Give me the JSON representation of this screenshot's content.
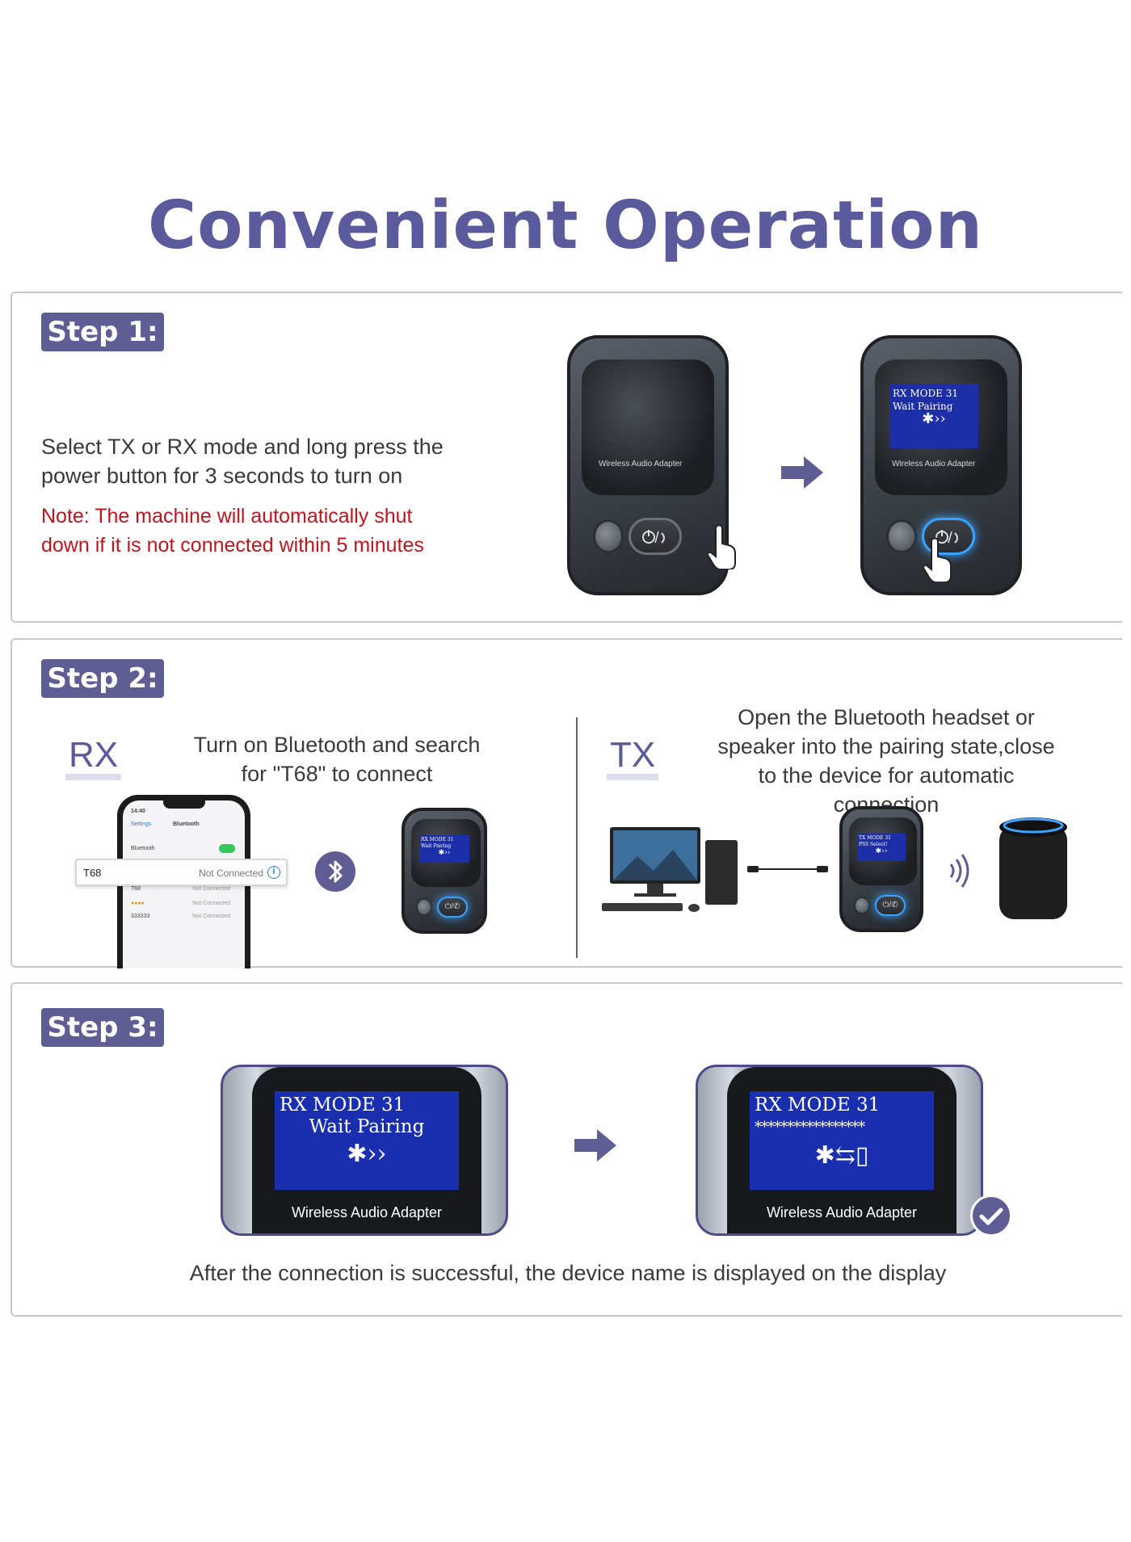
{
  "title": "Convenient Operation",
  "step1": {
    "badge": "Step 1:",
    "line1": "Select TX or RX mode and long press the",
    "line2": "power button for 3 seconds to turn on",
    "note1": "Note: The machine will automatically shut",
    "note2": "down if it is not connected within 5 minutes",
    "device_label": "Wireless Audio Adapter",
    "lcd_line1": "RX MODE  31",
    "lcd_line2": "Wait Pairing"
  },
  "step2": {
    "badge": "Step 2:",
    "rx_label": "RX",
    "rx_line1": "Turn on Bluetooth and search",
    "rx_line2": "for \"T68\" to connect",
    "tx_label": "TX",
    "tx_line1": "Open the Bluetooth headset or",
    "tx_line2": "speaker into the pairing state,close",
    "tx_line3": "to the device for automatic connection",
    "phone": {
      "time": "14:40",
      "back": "Settings",
      "header": "Bluetooth",
      "bt_row": "Bluetooth",
      "rows": [
        {
          "name": "T68",
          "status": "Not Connected"
        },
        {
          "name": "●●●●",
          "status": "Not Connected"
        },
        {
          "name": "333333",
          "status": "Not Connected"
        }
      ]
    },
    "device_popup": {
      "name": "T68",
      "status": "Not Connected"
    },
    "small_lcd_rx": "RX MODE 31",
    "small_lcd_rx2": "Wait Pairing",
    "small_lcd_tx": "TX MODE 31",
    "small_lcd_tx2": "PSS Select!"
  },
  "step3": {
    "badge": "Step 3:",
    "left_line1": "RX MODE  31",
    "left_line2": "Wait Pairing",
    "right_line1": "RX MODE  31",
    "right_line2": "*****************",
    "device_label": "Wireless Audio Adapter",
    "caption": "After the connection is successful, the device name is displayed on the display"
  },
  "colors": {
    "title": "#5b5a9c",
    "badge": "#5f5e94",
    "note": "#c0151d",
    "lcd": "#1c2fa8"
  }
}
